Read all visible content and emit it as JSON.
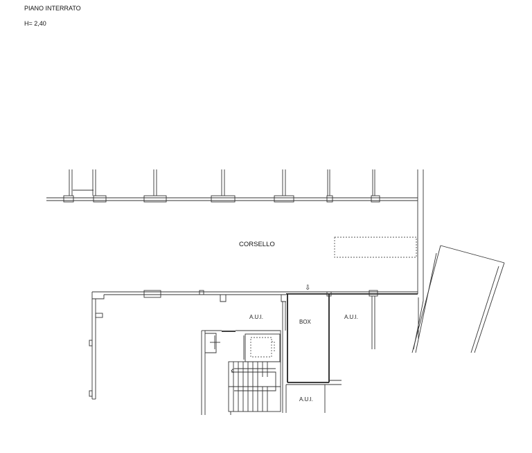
{
  "header": {
    "title": "PIANO INTERRATO",
    "height": "H= 2,40"
  },
  "plan": {
    "corridor_label": "CORSELLO",
    "rooms": [
      {
        "label": "A.U.I."
      },
      {
        "label": "BOX"
      },
      {
        "label": "A.U.I."
      },
      {
        "label": "A.U.I."
      }
    ],
    "entrance_arrow": "⇩"
  }
}
